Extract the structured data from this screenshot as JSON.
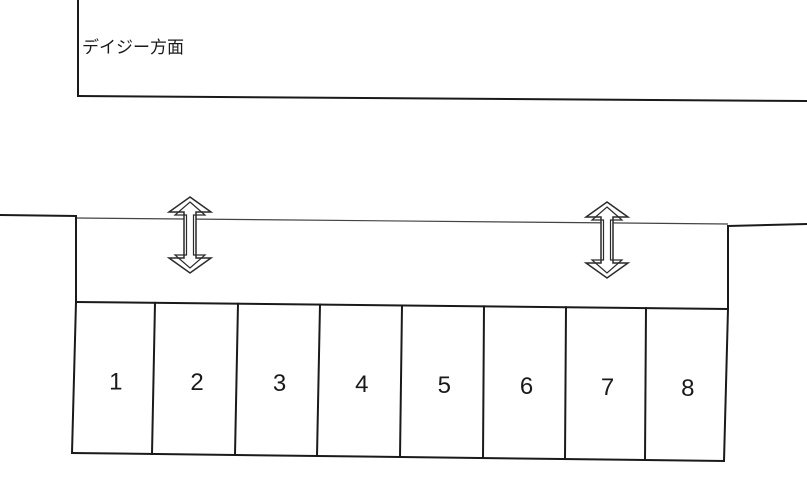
{
  "direction_label": "デイジー方面",
  "parking_spaces": [
    {
      "number": "1"
    },
    {
      "number": "2"
    },
    {
      "number": "3"
    },
    {
      "number": "4"
    },
    {
      "number": "5"
    },
    {
      "number": "6"
    },
    {
      "number": "7"
    },
    {
      "number": "8"
    }
  ],
  "entrances": [
    {
      "icon": "double-arrow-vertical-icon"
    },
    {
      "icon": "double-arrow-vertical-icon"
    }
  ]
}
